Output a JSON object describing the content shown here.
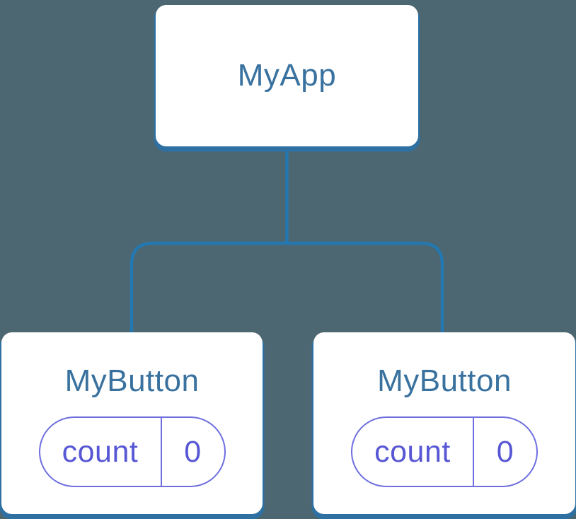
{
  "colors": {
    "background": "#4C6771",
    "connector": "#2478B1",
    "node_shadow": "#2F70A2",
    "node_bg": "#FFFFFF",
    "node_title": "#39719F",
    "pill_border": "#6E6EE0",
    "pill_text": "#5757D5"
  },
  "diagram": {
    "type": "component-tree",
    "root": {
      "label": "MyApp"
    },
    "children": [
      {
        "label": "MyButton",
        "state": {
          "name": "count",
          "value": "0"
        }
      },
      {
        "label": "MyButton",
        "state": {
          "name": "count",
          "value": "0"
        }
      }
    ]
  }
}
